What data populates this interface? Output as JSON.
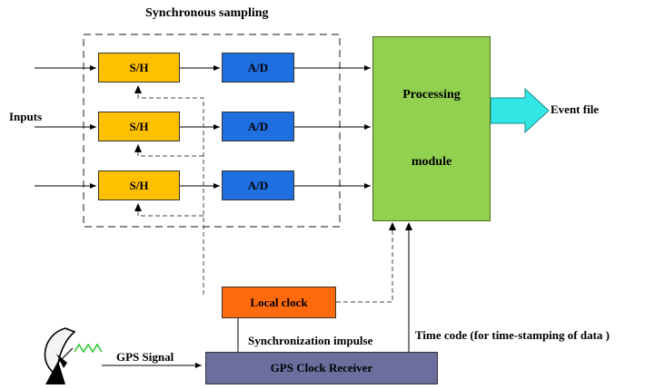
{
  "diagram": {
    "title": "Synchronous sampling",
    "inputs_label": "Inputs",
    "sh_label": "S/H",
    "ad_label": "A/D",
    "processing_line1": "Processing",
    "processing_line2": "module",
    "event_file": "Event file",
    "local_clock": "Local clock",
    "gps_receiver": "GPS Clock Receiver",
    "gps_signal": "GPS Signal",
    "sync_impulse": "Synchronization impulse",
    "time_code": "Time code (for time-stamping of data )"
  },
  "colors": {
    "sh": "#ffc000",
    "ad": "#1f6fe0",
    "processing": "#92d050",
    "event_arrow": "#33e6e6",
    "local_clock": "#ff6a0d",
    "gps_receiver": "#6a6f9e",
    "signal_wave": "#33cc33"
  }
}
